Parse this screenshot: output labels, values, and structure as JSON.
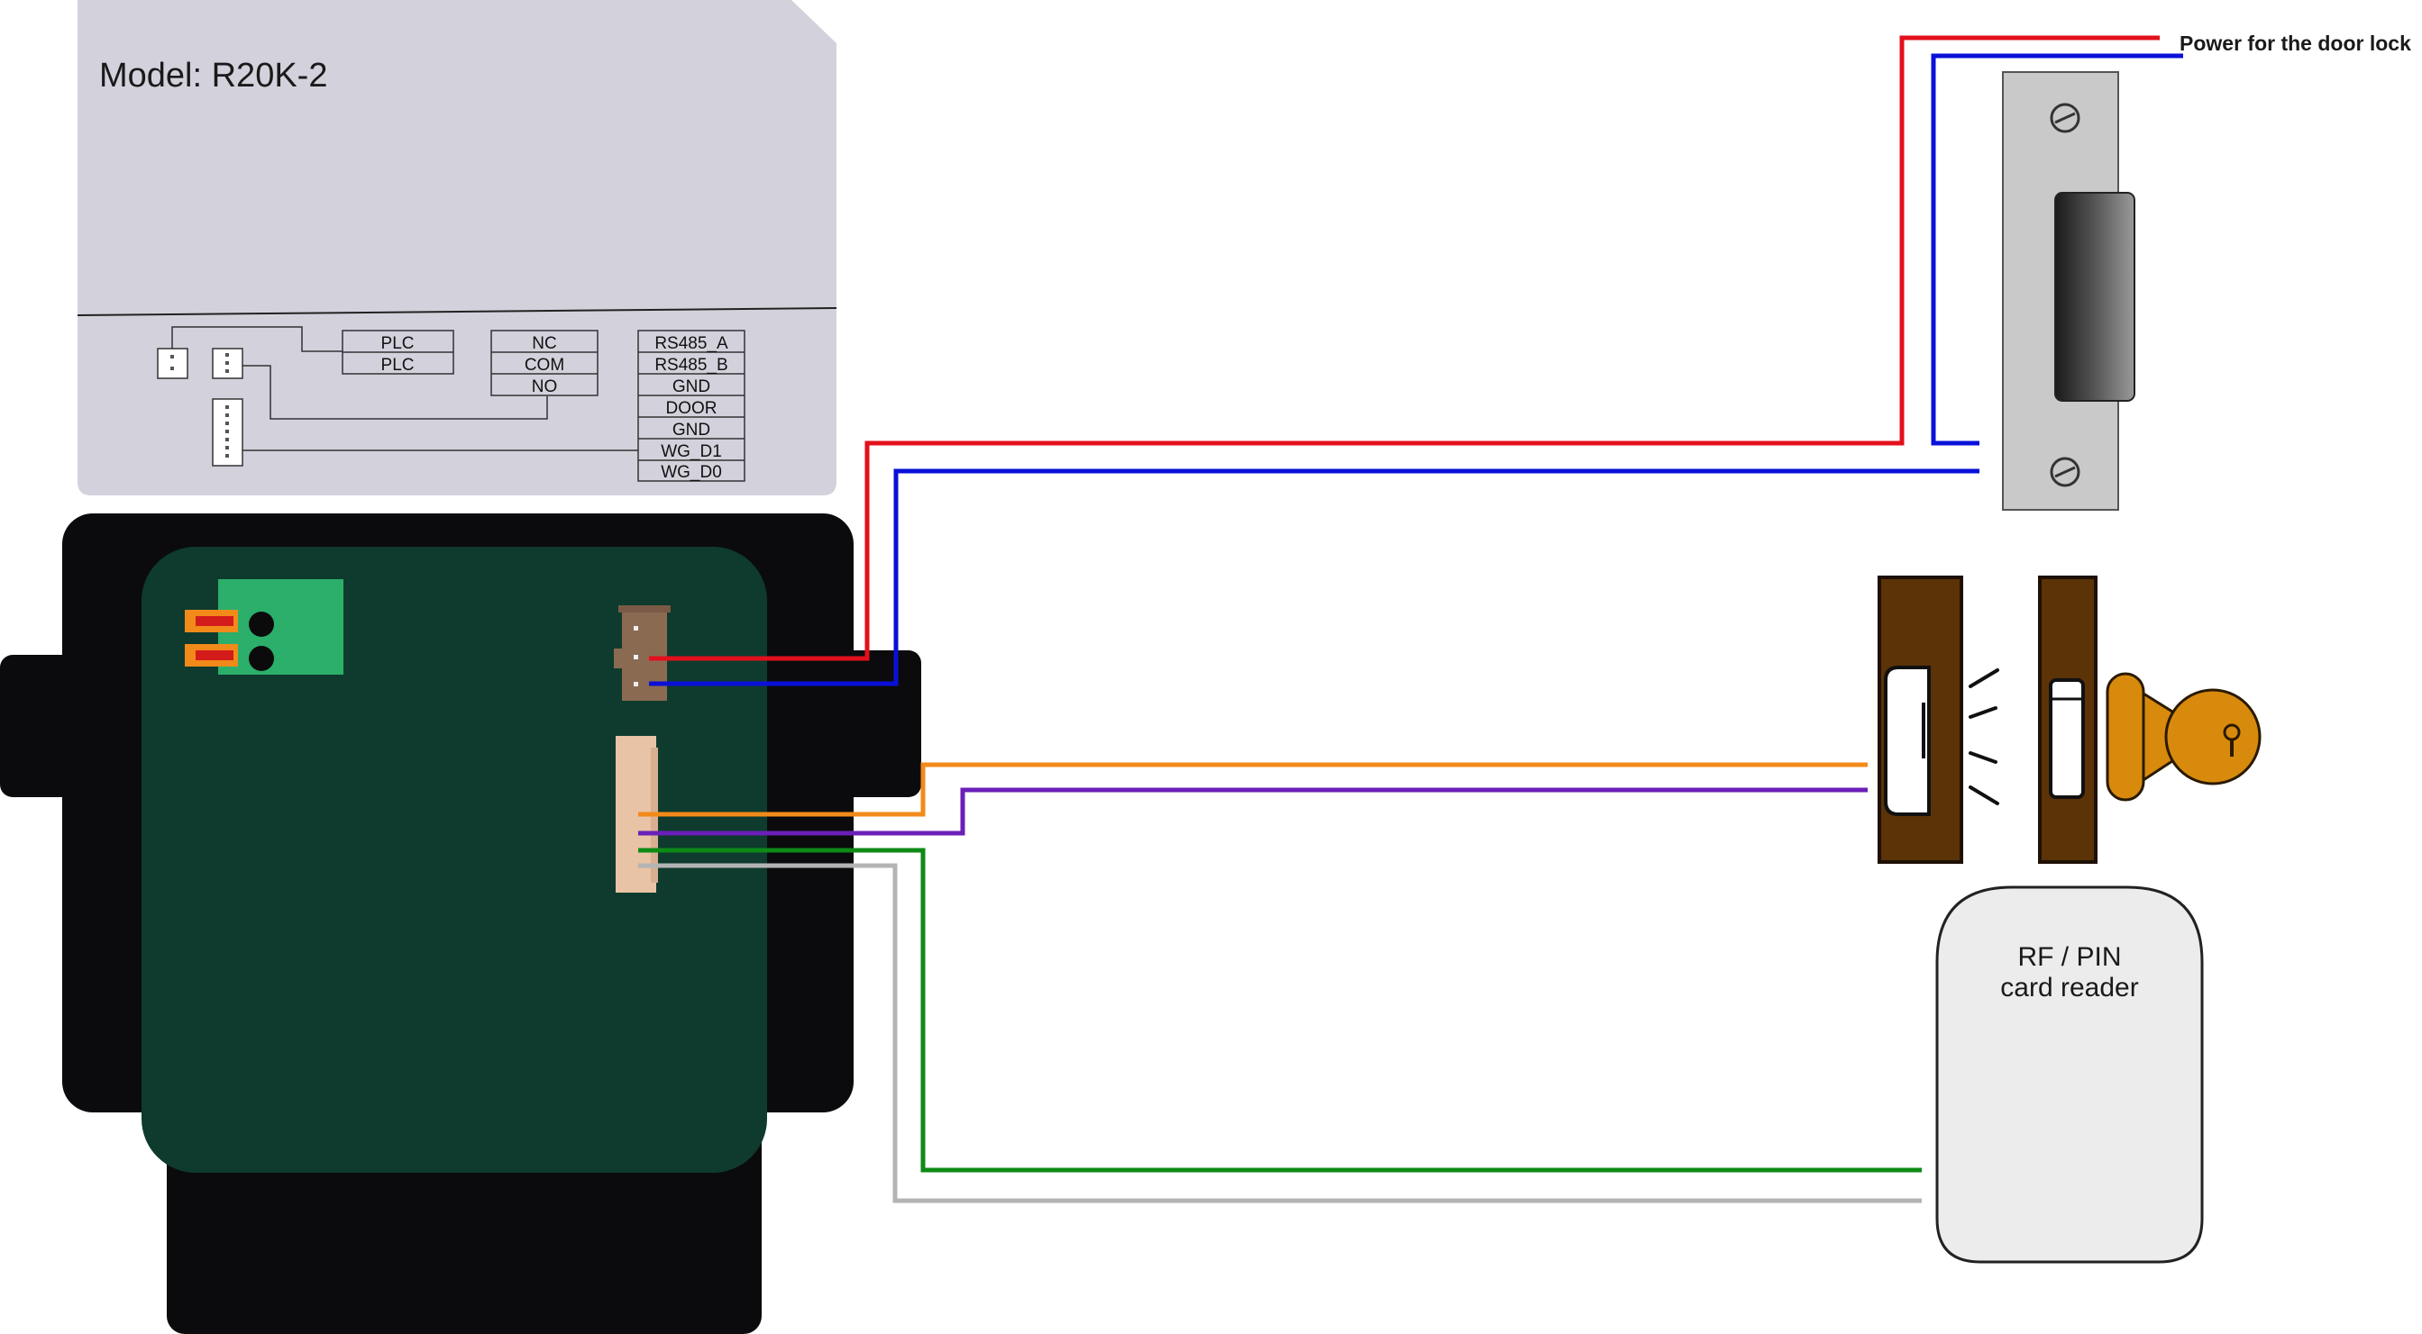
{
  "label_panel": {
    "model": "Model: R20K-2",
    "plc_terminals": [
      "PLC",
      "PLC"
    ],
    "relay_terminals": [
      "NC",
      "COM",
      "NO"
    ],
    "io_terminals": [
      "RS485_A",
      "RS485_B",
      "GND",
      "DOOR",
      "GND",
      "WG_D1",
      "WG_D0"
    ]
  },
  "power_label": "Power for the door lock",
  "card_reader": {
    "line1": "RF / PIN",
    "line2": "card reader"
  },
  "colors": {
    "device_body": "#0b0b0d",
    "pcb": "#0e3b2d",
    "terminal_block": "#2baf6b",
    "label_panel": "#d3d2dc",
    "wire_power_positive": "#e3101c",
    "wire_power_negative": "#0a10d8",
    "wire_door_sensor_1": "#f28a1a",
    "wire_door_sensor_2": "#6a1fb8",
    "wire_wiegand_d1": "#0e8a16",
    "wire_wiegand_d0": "#b4b4b4",
    "door_frame": "#5b3306",
    "knob": "#d88a0c",
    "strike_plate": "#c9c9c9"
  }
}
